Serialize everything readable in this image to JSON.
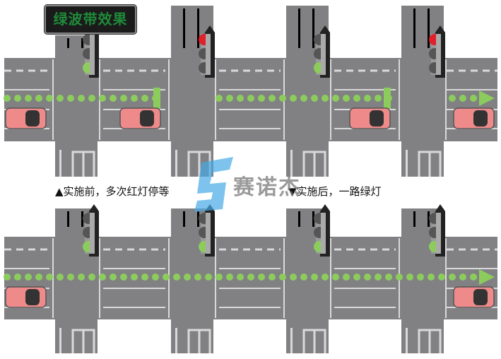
{
  "title": "绿波带效果",
  "caption_before": "▲实施前，多次红灯停等",
  "caption_after": "▼实施后，一路绿灯",
  "watermark": "赛诺杰",
  "colors": {
    "road": "#818184",
    "marking": "#d9d9dc",
    "green": "#8ccc5c",
    "red": "#e0202a",
    "car": "#ef8a8a"
  },
  "panels": [
    {
      "name": "before",
      "lights": [
        "green",
        "red",
        "green",
        "red"
      ],
      "cars": [
        0,
        1,
        3,
        4
      ],
      "stop_bars": [
        1,
        3
      ]
    },
    {
      "name": "after",
      "lights": [
        "green",
        "green",
        "green",
        "green"
      ],
      "cars": [
        0,
        4
      ],
      "stop_bars": []
    }
  ]
}
